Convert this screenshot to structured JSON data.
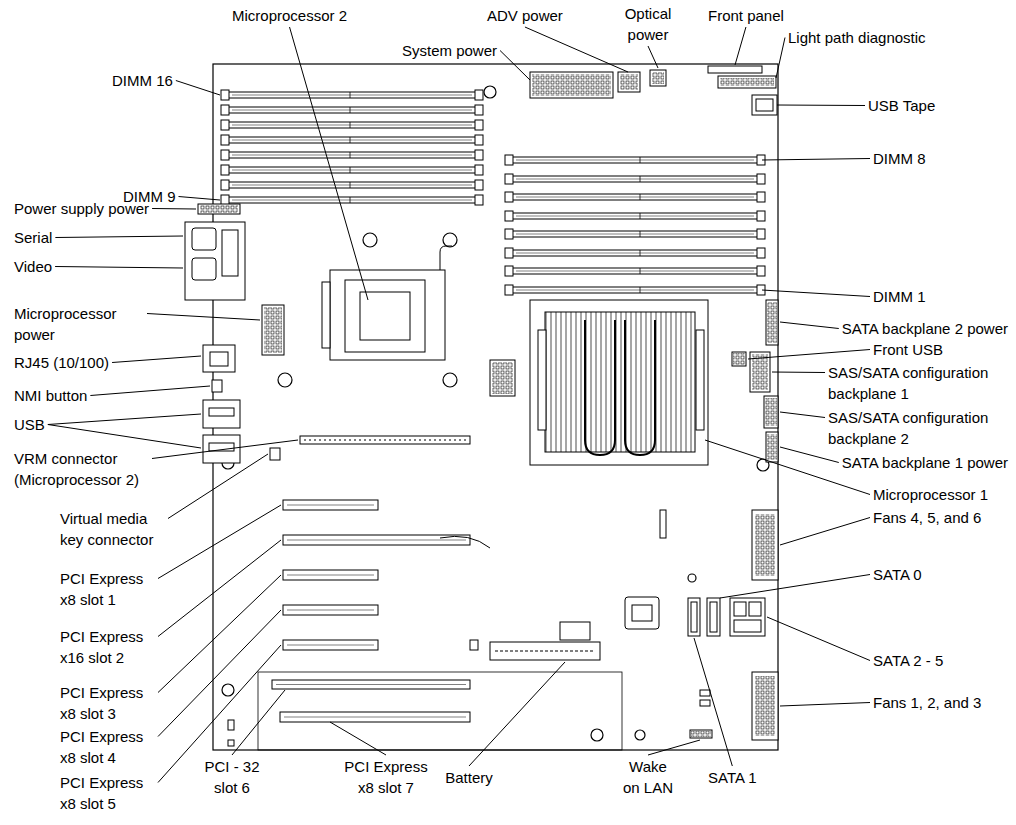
{
  "diagram": {
    "labels": [
      "Microprocessor 2",
      "ADV power",
      "Optical power",
      "Front panel",
      "System power",
      "Light path diagnostic",
      "DIMM 16",
      "USB Tape",
      "DIMM 8",
      "DIMM 9",
      "Power supply power",
      "Serial",
      "Video",
      "DIMM 1",
      "Microprocessor power",
      "SATA backplane 2 power",
      "RJ45 (10/100)",
      "Front USB",
      "NMI button",
      "SAS/SATA configuration backplane 1",
      "USB",
      "SAS/SATA configuration backplane 2",
      "VRM connector (Microprocessor 2)",
      "SATA backplane 1 power",
      "Microprocessor 1",
      "Virtual media key connector",
      "PCI Express x8 slot 1",
      "Fans 4, 5, and 6",
      "PCI Express x16 slot 2",
      "SATA 0",
      "SATA 2 - 5",
      "PCI Express x8 slot 3",
      "PCI Express x8 slot 4",
      "Fans 1, 2, and 3",
      "PCI Express x8 slot 5",
      "PCI - 32 slot 6",
      "PCI Express x8 slot 7",
      "Battery",
      "Wake on LAN",
      "SATA 1"
    ]
  }
}
